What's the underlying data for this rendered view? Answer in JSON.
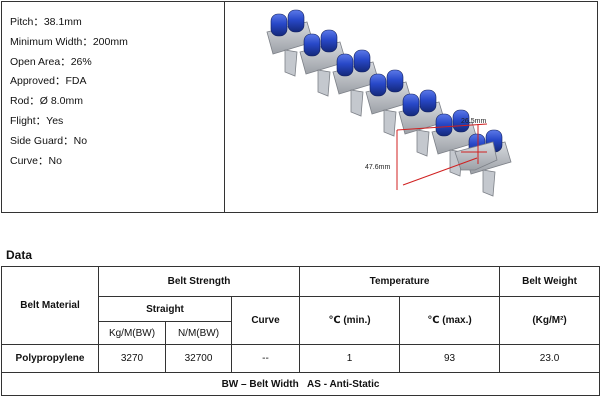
{
  "specs": [
    "Pitch：38.1mm",
    "Minimum Width：200mm",
    "Open Area：26%",
    "Approved：FDA",
    "Rod：Ø 8.0mm",
    "Flight：Yes",
    "Side Guard：No",
    "Curve：No"
  ],
  "figure": {
    "dimension_small": "26.5mm",
    "dimension_large": "47.6mm",
    "colors": {
      "roller": "#2848c8",
      "chain": "#b8bcc2",
      "dimension_line": "#d02020"
    }
  },
  "data_heading": "Data",
  "table": {
    "belt_material": "Belt Material",
    "belt_strength": "Belt Strength",
    "straight": "Straight",
    "kg_col": "Kg/M(BW)",
    "n_col": "N/M(BW)",
    "curve": "Curve",
    "temperature": "Temperature",
    "min": "℃ (min.)",
    "max": "℃ (max.)",
    "belt_weight": "Belt Weight",
    "weight_unit": "(Kg/M²)",
    "row": {
      "material": "Polypropylene",
      "kg": "3270",
      "n": "32700",
      "curve": "--",
      "min": "1",
      "max": "93",
      "weight": "23.0"
    }
  },
  "notes": {
    "bw": "BW – Belt Width",
    "as": "AS - Anti-Static"
  }
}
